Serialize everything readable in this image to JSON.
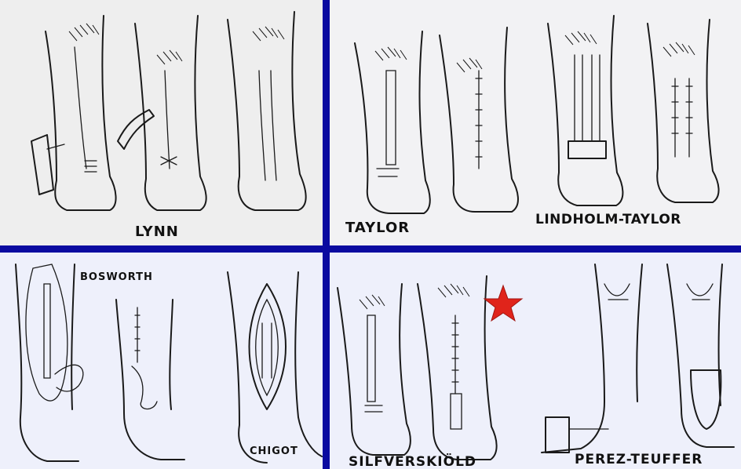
{
  "labels": {
    "lynn": "LYNN",
    "taylor": "TAYLOR",
    "lindholm_taylor": "LINDHOLM-TAYLOR",
    "bosworth": "BOSWORTH",
    "chigot": "CHIGOT",
    "silfverskiold": "SILFVERSKIÖLD",
    "perez_teuffer": "PEREZ-TEUFFER"
  },
  "colors": {
    "divider": "#0a0aa0",
    "star": "#e0241b",
    "ink": "#1a1a1a",
    "panel_top_left": "#eeeeee",
    "panel_top_right": "#f2f2f4",
    "panel_bottom": "#eef0fb"
  },
  "markers": {
    "star": "star-icon"
  }
}
